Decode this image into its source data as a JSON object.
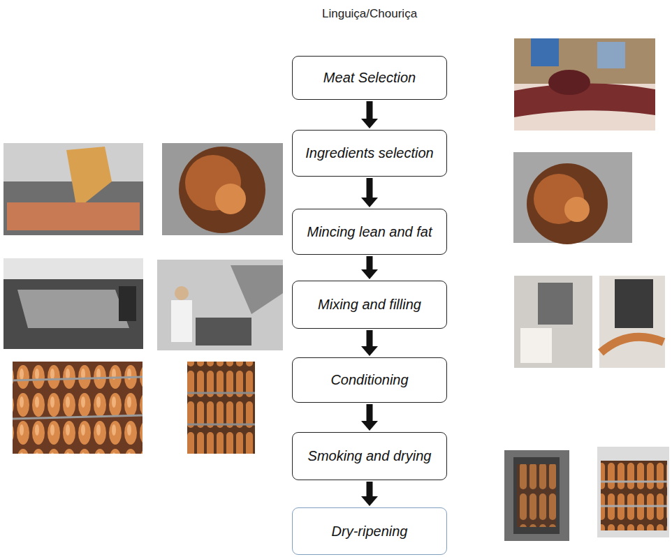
{
  "diagram": {
    "title": "Linguiça/Chouriça",
    "nodes": [
      {
        "text": [
          "Meat Selection"
        ]
      },
      {
        "text": [
          "Ingredients selection"
        ]
      },
      {
        "text": [
          "Mincing lean and fat"
        ]
      },
      {
        "text": [
          "Mixing and filling"
        ]
      },
      {
        "text": [
          "Conditioning"
        ]
      },
      {
        "text": [
          "Smoking and drying"
        ]
      },
      {
        "text": [
          "Dry-ripening"
        ]
      }
    ],
    "edges": [
      {
        "from": 0,
        "to": 1,
        "arrow": "to"
      },
      {
        "from": 1,
        "to": 2,
        "arrow": "to"
      },
      {
        "from": 2,
        "to": 3,
        "arrow": "to"
      },
      {
        "from": 3,
        "to": 4,
        "arrow": "to"
      },
      {
        "from": 4,
        "to": 5,
        "arrow": "to"
      },
      {
        "from": 5,
        "to": 6,
        "arrow": "to"
      }
    ]
  }
}
